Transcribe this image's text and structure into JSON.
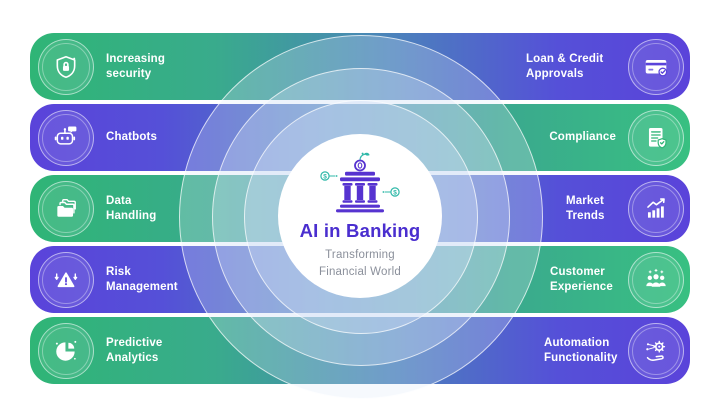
{
  "center": {
    "title": "AI in Banking",
    "subtitle_line1": "Transforming",
    "subtitle_line2": "Financial World",
    "icon": "bank-building-icon"
  },
  "rows": [
    {
      "left": {
        "label": "Increasing security",
        "icon": "shield-lock-icon",
        "theme": "green"
      },
      "right": {
        "label": "Loan & Credit Approvals",
        "icon": "credit-card-check-icon",
        "theme": "purple"
      }
    },
    {
      "left": {
        "label": "Chatbots",
        "icon": "chatbot-icon",
        "theme": "purple"
      },
      "right": {
        "label": "Compliance",
        "icon": "compliance-document-icon",
        "theme": "green"
      }
    },
    {
      "left": {
        "label": "Data Handling",
        "icon": "folders-icon",
        "theme": "green"
      },
      "right": {
        "label": "Market Trends",
        "icon": "market-trends-chart-icon",
        "theme": "purple"
      }
    },
    {
      "left": {
        "label": "Risk Management",
        "icon": "risk-warning-icon",
        "theme": "purple"
      },
      "right": {
        "label": "Customer Experience",
        "icon": "customers-icon",
        "theme": "green"
      }
    },
    {
      "left": {
        "label": "Predictive Analytics",
        "icon": "pie-analytics-icon",
        "theme": "green"
      },
      "right": {
        "label": "Automation Functionality",
        "icon": "automation-gear-hand-icon",
        "theme": "purple"
      }
    }
  ],
  "colors": {
    "green": "#2fb576",
    "purple": "#5a43da",
    "teal_mid": "#3f9fa0",
    "title_purple": "#4a2ecf",
    "subtitle_gray": "#8b909b",
    "accent_teal": "#2fb8a8"
  }
}
